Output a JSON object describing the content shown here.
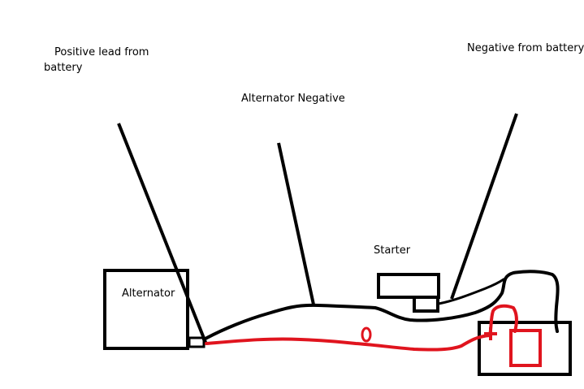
{
  "labels": {
    "positive_lead_line1": "Positive lead from",
    "positive_lead_line2": "battery",
    "alternator_negative": "Alternator Negative",
    "negative_from_battery": "Negative from battery",
    "starter": "Starter",
    "alternator": "Alternator"
  },
  "colors": {
    "background": "#ffffff",
    "ink": "#000000",
    "positive_wire": "#e0141e",
    "negative_wire": "#000000"
  }
}
